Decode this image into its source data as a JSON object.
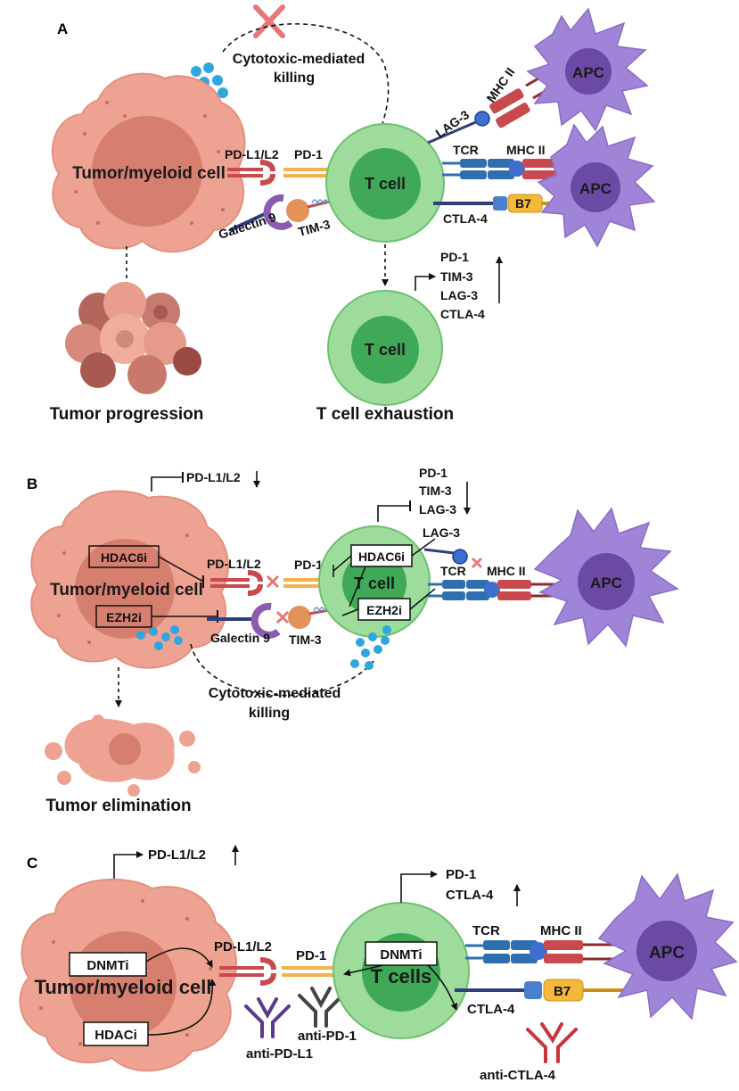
{
  "panel_a": {
    "letter": "A",
    "tumor_cell": "Tumor/myeloid cell",
    "t_cell": "T cell",
    "t_cell_2": "T cell",
    "apc_top": "APC",
    "apc_mid": "APC",
    "killing_1": "Cytotoxic-mediated",
    "killing_2": "killing",
    "pdl1": "PD-L1/L2",
    "pd1": "PD-1",
    "galectin": "Galectin 9",
    "tim3": "TIM-3",
    "lag3": "LAG-3",
    "mhc_top": "MHC II",
    "tcr": "TCR",
    "mhc_mid": "MHC II",
    "ctla4": "CTLA-4",
    "b7": "B7",
    "up_list": [
      "PD-1",
      "TIM-3",
      "LAG-3",
      "CTLA-4"
    ],
    "caption_left": "Tumor progression",
    "caption_right": "T cell exhaustion"
  },
  "panel_b": {
    "letter": "B",
    "tumor_cell": "Tumor/myeloid cell",
    "t_cell": "T cell",
    "apc": "APC",
    "pdl_down": "PD-L1/L2",
    "down_list": [
      "PD-1",
      "TIM-3",
      "LAG-3"
    ],
    "hdac6i_left": "HDAC6i",
    "ezh2i_left": "EZH2i",
    "hdac6i_right": "HDAC6i",
    "ezh2i_right": "EZH2i",
    "pdl1": "PD-L1/L2",
    "pd1": "PD-1",
    "galectin": "Galectin 9",
    "tim3": "TIM-3",
    "lag3": "LAG-3",
    "tcr": "TCR",
    "mhc": "MHC II",
    "killing_1": "Cytotoxic-mediated",
    "killing_2": "killing",
    "caption": "Tumor elimination"
  },
  "panel_c": {
    "letter": "C",
    "tumor_cell": "Tumor/myeloid cell",
    "t_cells": "T cells",
    "apc": "APC",
    "pdl_up": "PD-L1/L2",
    "up_list": [
      "PD-1",
      "CTLA-4"
    ],
    "dnmti_left": "DNMTi",
    "hdaci": "HDACi",
    "dnmti_right": "DNMTi",
    "pdl1": "PD-L1/L2",
    "pd1": "PD-1",
    "tcr": "TCR",
    "mhc": "MHC II",
    "ctla4": "CTLA-4",
    "b7": "B7",
    "anti_pdl1": "anti-PD-L1",
    "anti_pd1": "anti-PD-1",
    "anti_ctla4": "anti-CTLA-4"
  },
  "colors": {
    "tumor": "#eea392",
    "tumor_nucleus": "#d67f6f",
    "tcell": "#9edc9c",
    "tcell_nucleus": "#3fa957",
    "apc": "#a084d8",
    "apc_nucleus": "#6b4aa6",
    "dots": "#2ea6e0",
    "mhc": "#c84a4e",
    "tcr": "#2f6fb0",
    "pd1": "#f1b34a",
    "galectin": "#8a5bb0",
    "tim3": "#e3925a",
    "b7": "#f5b93a",
    "cross": "#e87878"
  }
}
